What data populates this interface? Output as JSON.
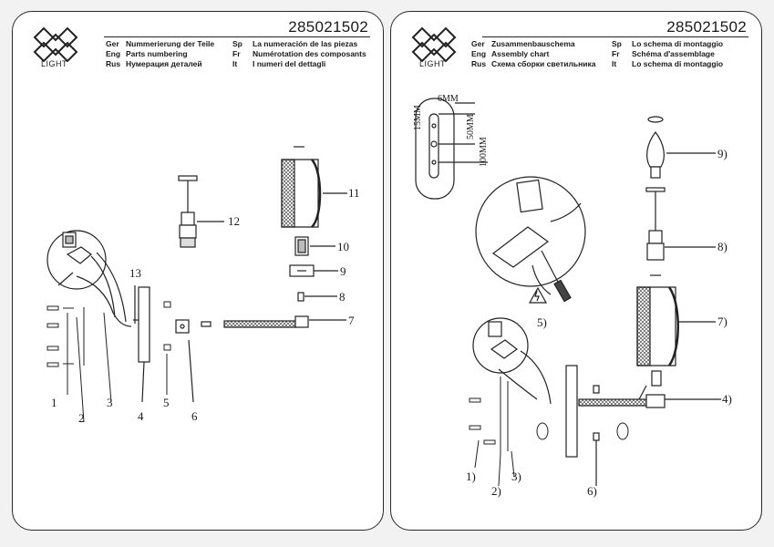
{
  "left_page": {
    "code": "285021502",
    "logo_text": "LIGHT",
    "headers": [
      {
        "lang": "Ger",
        "text": "Nummerierung der Teile"
      },
      {
        "lang": "Eng",
        "text": "Parts numbering"
      },
      {
        "lang": "Rus",
        "text": "Нумерация деталей"
      }
    ],
    "headers_right": [
      {
        "lang": "Sp",
        "text": "La numeración de las piezas"
      },
      {
        "lang": "Fr",
        "text": "Numérotation des composants"
      },
      {
        "lang": "It",
        "text": "I numeri del dettagli"
      }
    ],
    "labels": [
      "1",
      "2",
      "3",
      "4",
      "5",
      "6",
      "7",
      "8",
      "9",
      "10",
      "11",
      "12",
      "13"
    ]
  },
  "right_page": {
    "code": "285021502",
    "logo_text": "LIGHT",
    "headers": [
      {
        "lang": "Ger",
        "text": "Zusammenbauschema"
      },
      {
        "lang": "Eng",
        "text": "Assembly chart"
      },
      {
        "lang": "Rus",
        "text": "Схема сборки светильника"
      }
    ],
    "headers_right": [
      {
        "lang": "Sp",
        "text": "Lo schema di montaggio"
      },
      {
        "lang": "Fr",
        "text": "Schéma d'assemblage"
      },
      {
        "lang": "It",
        "text": "Lo schema di montaggio"
      }
    ],
    "dimensions": [
      "6MM",
      "15MM",
      "50MM",
      "100MM"
    ],
    "labels": [
      "1)",
      "2)",
      "3)",
      "4)",
      "5)",
      "6)",
      "7)",
      "8)",
      "9)"
    ]
  }
}
